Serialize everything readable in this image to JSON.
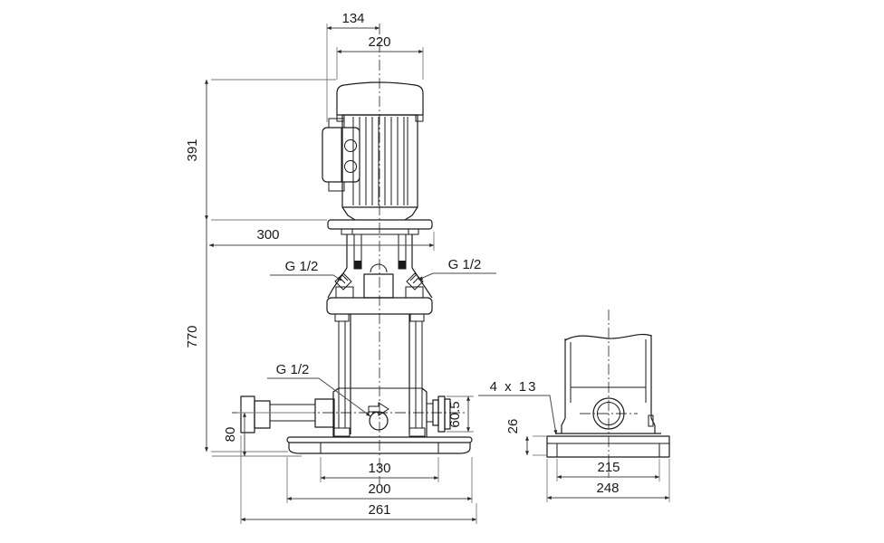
{
  "drawing_type": "pump-dimensional-drawing",
  "dims": {
    "top_offset": "134",
    "motor_width": "220",
    "motor_height": "391",
    "service_space": "300",
    "total_height": "770",
    "vent_port_left": "G 1/2",
    "vent_port_right": "G 1/2",
    "drain_port": "G 1/2",
    "port_center_height": "80",
    "port_flange_height": "60.5",
    "foot_hole_spacing": "130",
    "foot_width": "200",
    "overall_width": "261",
    "base_bolt_holes": "4 x 13",
    "base_plate_height": "26",
    "base_plate_hole_spacing": "215",
    "base_plate_width": "248"
  },
  "colors": {
    "object_line": "#1a1a1a",
    "dimension_line": "#4a4a4a",
    "extension_line": "#7a7a7a",
    "background": "#ffffff"
  }
}
